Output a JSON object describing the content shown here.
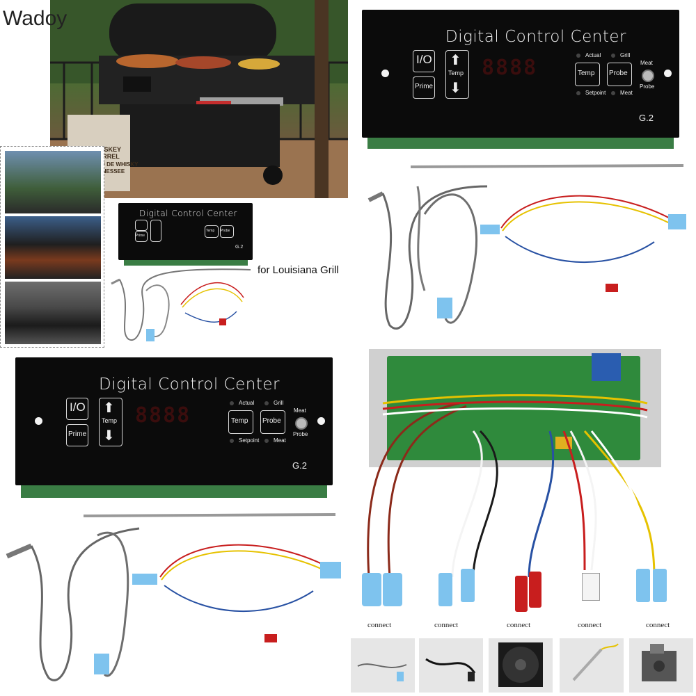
{
  "watermark": "Wadoy",
  "caption": "for Louisiana Grill",
  "hero_bag_text": {
    "line1": "WHISKEY BARREL",
    "line2": "TONNEAU DE WHISKY TENNESSEE"
  },
  "panel": {
    "title": "Digital Control Center",
    "power_label": "I/O",
    "prime_label": "Prime",
    "temp_rocker_label": "Temp",
    "display_digits": "8888",
    "temp_button": "Temp",
    "probe_button": "Probe",
    "actual_label": "Actual",
    "grill_label": "Grill",
    "setpoint_label": "Setpoint",
    "meat_label": "Meat",
    "meat_probe_top": "Meat",
    "meat_probe_bottom": "Probe",
    "model": "G.2"
  },
  "connect": {
    "items": [
      {
        "label": "connect",
        "icon": "probe-cable-icon"
      },
      {
        "label": "connect",
        "icon": "power-cord-icon"
      },
      {
        "label": "connect",
        "icon": "fan-icon"
      },
      {
        "label": "connect",
        "icon": "temperature-probe-icon"
      },
      {
        "label": "connect",
        "icon": "auger-motor-icon"
      }
    ]
  },
  "colors": {
    "panel": "#0b0b0b",
    "board": "#2f7d3b",
    "wire_red": "#c81e1e",
    "wire_yellow": "#e6c200",
    "wire_blue": "#2851a3",
    "terminal_blue": "#7ec3ee"
  }
}
